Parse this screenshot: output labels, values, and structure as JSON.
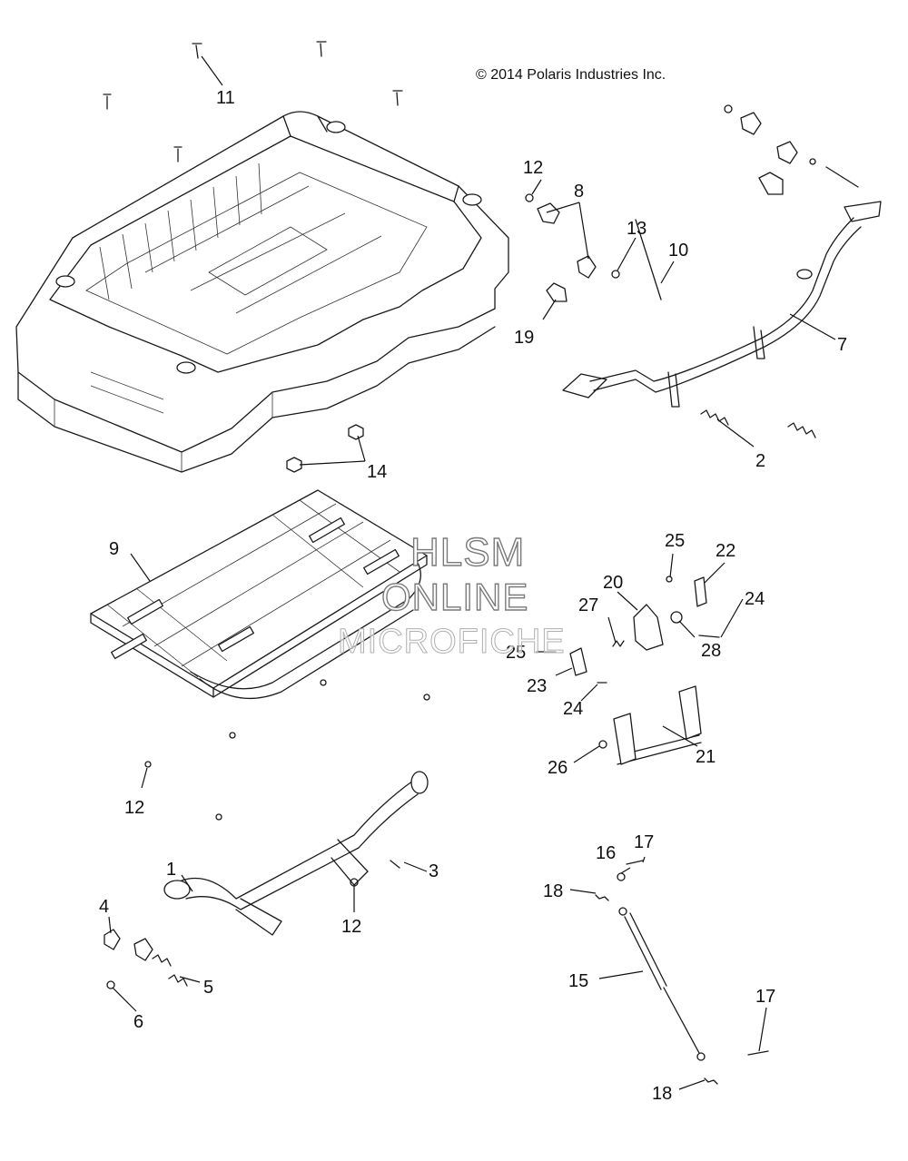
{
  "copyright": "© 2014 Polaris Industries Inc.",
  "watermark": {
    "line1": "HLSM",
    "line2": "ONLINE",
    "line3": "MICROFICHE"
  },
  "callouts": {
    "c1": "1",
    "c2": "2",
    "c3": "3",
    "c4": "4",
    "c5": "5",
    "c6": "6",
    "c7": "7",
    "c8": "8",
    "c9": "9",
    "c10": "10",
    "c11": "11",
    "c12a": "12",
    "c12b": "12",
    "c12c": "12",
    "c13": "13",
    "c14": "14",
    "c15": "15",
    "c16": "16",
    "c17a": "17",
    "c17b": "17",
    "c18a": "18",
    "c18b": "18",
    "c19": "19",
    "c20": "20",
    "c21": "21",
    "c22": "22",
    "c23": "23",
    "c24a": "24",
    "c24b": "24",
    "c25a": "25",
    "c25b": "25",
    "c26": "26",
    "c27": "27",
    "c28": "28"
  }
}
